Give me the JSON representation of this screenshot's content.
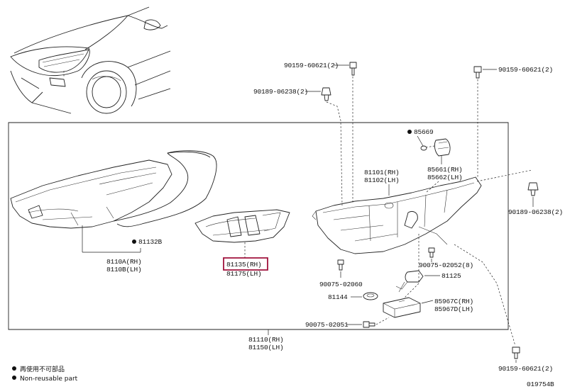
{
  "parts": {
    "bolt_top_center": "90159-60621(2)",
    "clip_top_left": "90189-06238(2)",
    "bolt_top_right": "90159-60621(2)",
    "grommet": "85669",
    "housing_rh": "81101(RH)",
    "housing_lh": "81102(LH)",
    "cap_rh": "85661(RH)",
    "cap_lh": "85662(LH)",
    "clip_right": "90189-06238(2)",
    "sealant": "81132B",
    "lamp_unit_rh": "8110A(RH)",
    "lamp_unit_lh": "8110B(LH)",
    "inner_lamp_rh": "81135(RH)",
    "inner_lamp_lh": "81175(LH)",
    "screw_1": "90075-02060",
    "screw_2": "90075-02052(8)",
    "socket": "81125",
    "gasket": "81144",
    "computer_rh": "85967C(RH)",
    "computer_lh": "85967D(LH)",
    "screw_3": "90075-02051",
    "assembly_rh": "81110(RH)",
    "assembly_lh": "81150(LH)",
    "bolt_bottom_right": "90159-60621(2)"
  },
  "legend": {
    "line_jp": "再使用不可部品",
    "line_en": "Non-reusable part"
  },
  "diagram_id": "019754B"
}
